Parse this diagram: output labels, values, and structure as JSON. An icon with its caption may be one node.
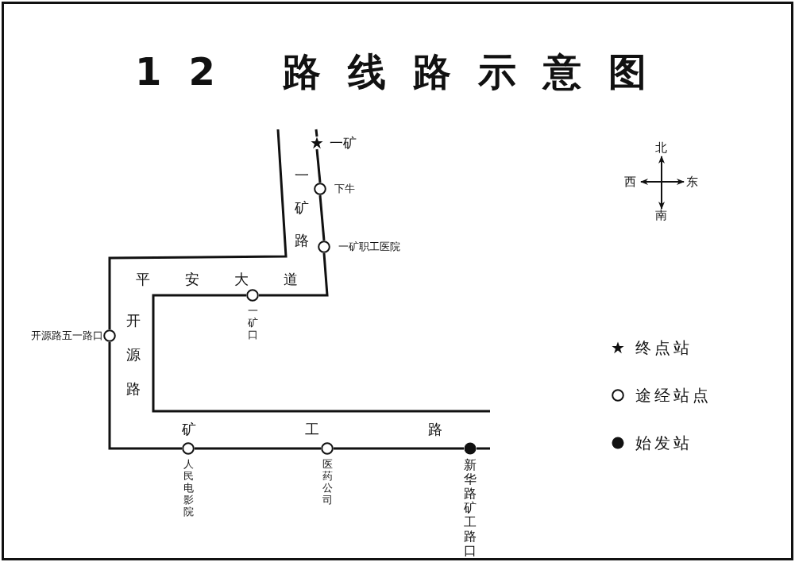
{
  "diagram": {
    "title": "12 路线路示意图",
    "nodes": [
      {
        "text": [
          "一矿"
        ]
      },
      {
        "text": [
          "下牛"
        ]
      },
      {
        "text": [
          "一矿职工医院"
        ]
      },
      {
        "text": [
          "一矿口"
        ]
      },
      {
        "text": [
          "开源路五一路口"
        ]
      },
      {
        "text": [
          "人民电影院"
        ]
      },
      {
        "text": [
          "医药公司"
        ]
      },
      {
        "text": [
          "新华路矿工路口"
        ]
      }
    ],
    "edges": [
      {
        "from": 0,
        "to": 1,
        "arrow": "none"
      },
      {
        "from": 1,
        "to": 2,
        "arrow": "none"
      },
      {
        "from": 2,
        "to": 3,
        "arrow": "none"
      },
      {
        "from": 4,
        "to": 5,
        "arrow": "none"
      },
      {
        "from": 5,
        "to": 6,
        "arrow": "none"
      },
      {
        "from": 6,
        "to": 7,
        "arrow": "none"
      }
    ],
    "labels": [
      "北",
      "西",
      "东",
      "一矿路",
      "南",
      "平安大道",
      "开源路",
      "矿工路"
    ],
    "legend": [
      {
        "text": "终点站"
      },
      {
        "text": "途经站点"
      },
      {
        "text": "始发站"
      }
    ]
  }
}
